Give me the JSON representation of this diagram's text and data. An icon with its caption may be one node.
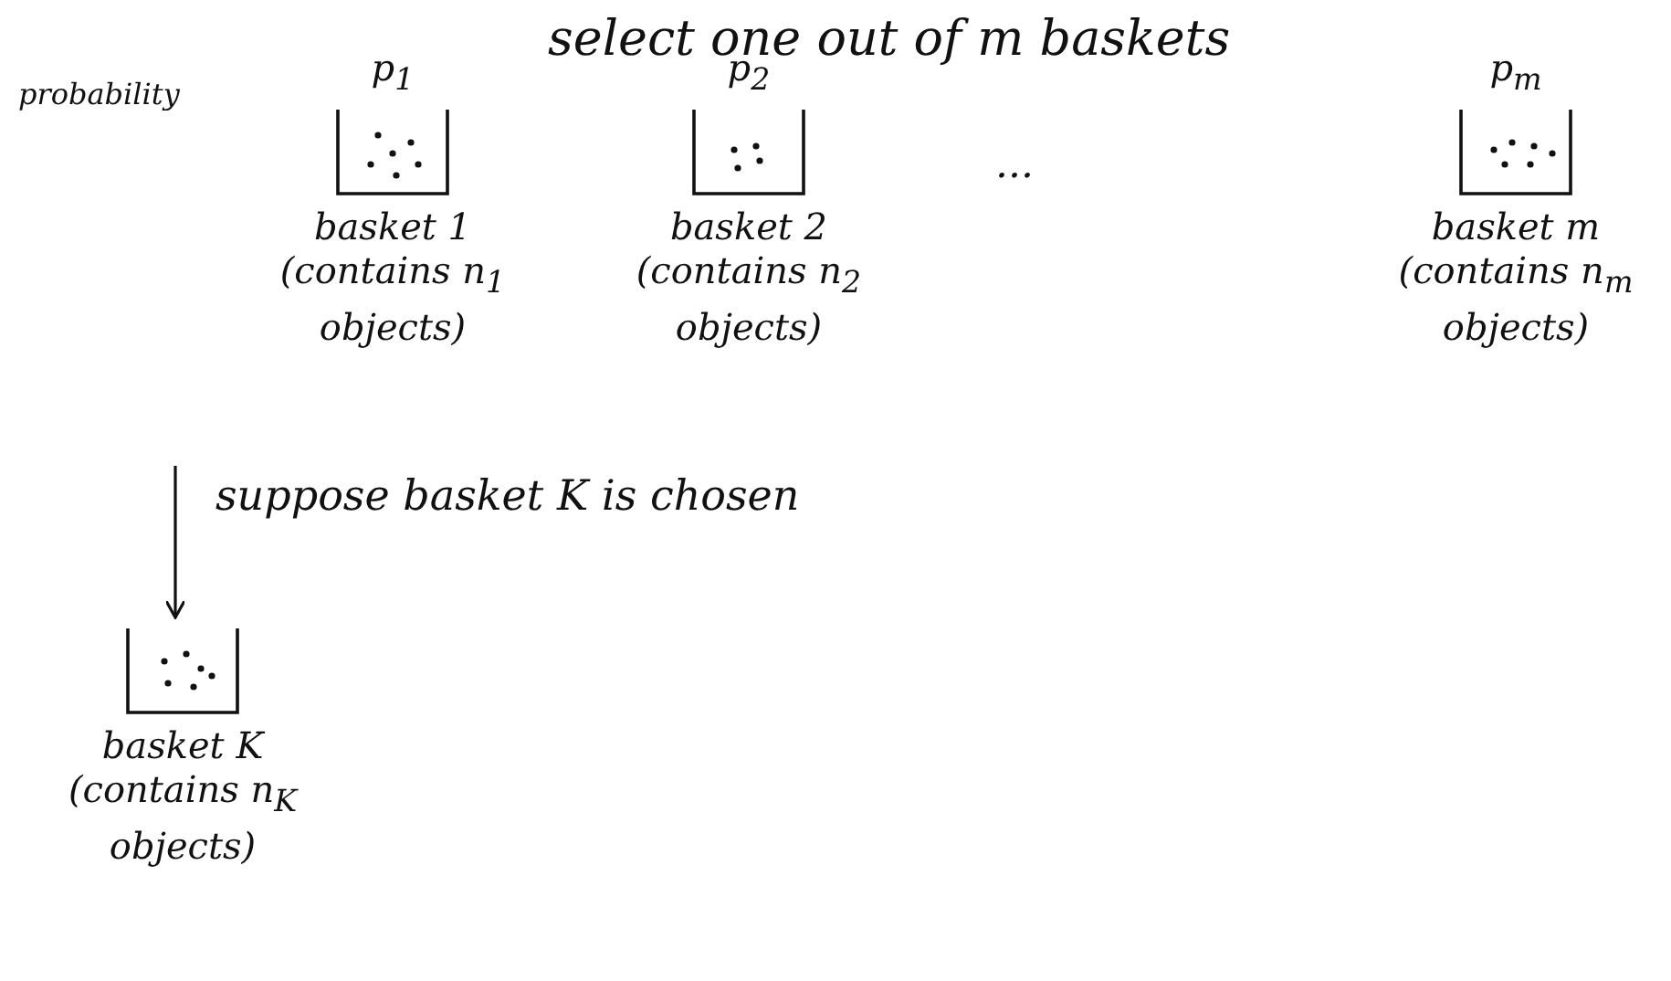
{
  "diagram": {
    "title": "select one out of m baskets",
    "nodes": [
      {
        "text": [
          "p$_{1}$",
          "basket 1",
          "(contains n$_{1}$ objects)"
        ]
      },
      {
        "text": [
          "p$_{2}$",
          "basket 2",
          "(contains n$_{2}$ objects)"
        ]
      },
      {
        "text": [
          "p$_{m}$",
          "basket m",
          "(contains n$_{m}$ objects)"
        ]
      },
      {
        "text": [
          "basket K",
          "(contains n$_{K}$ objects)"
        ]
      }
    ],
    "edges": [
      {
        "from": null,
        "to": 3,
        "arrow": "to",
        "label": "suppose basket K is chosen"
      }
    ],
    "labels": [
      "probability",
      "..."
    ]
  }
}
